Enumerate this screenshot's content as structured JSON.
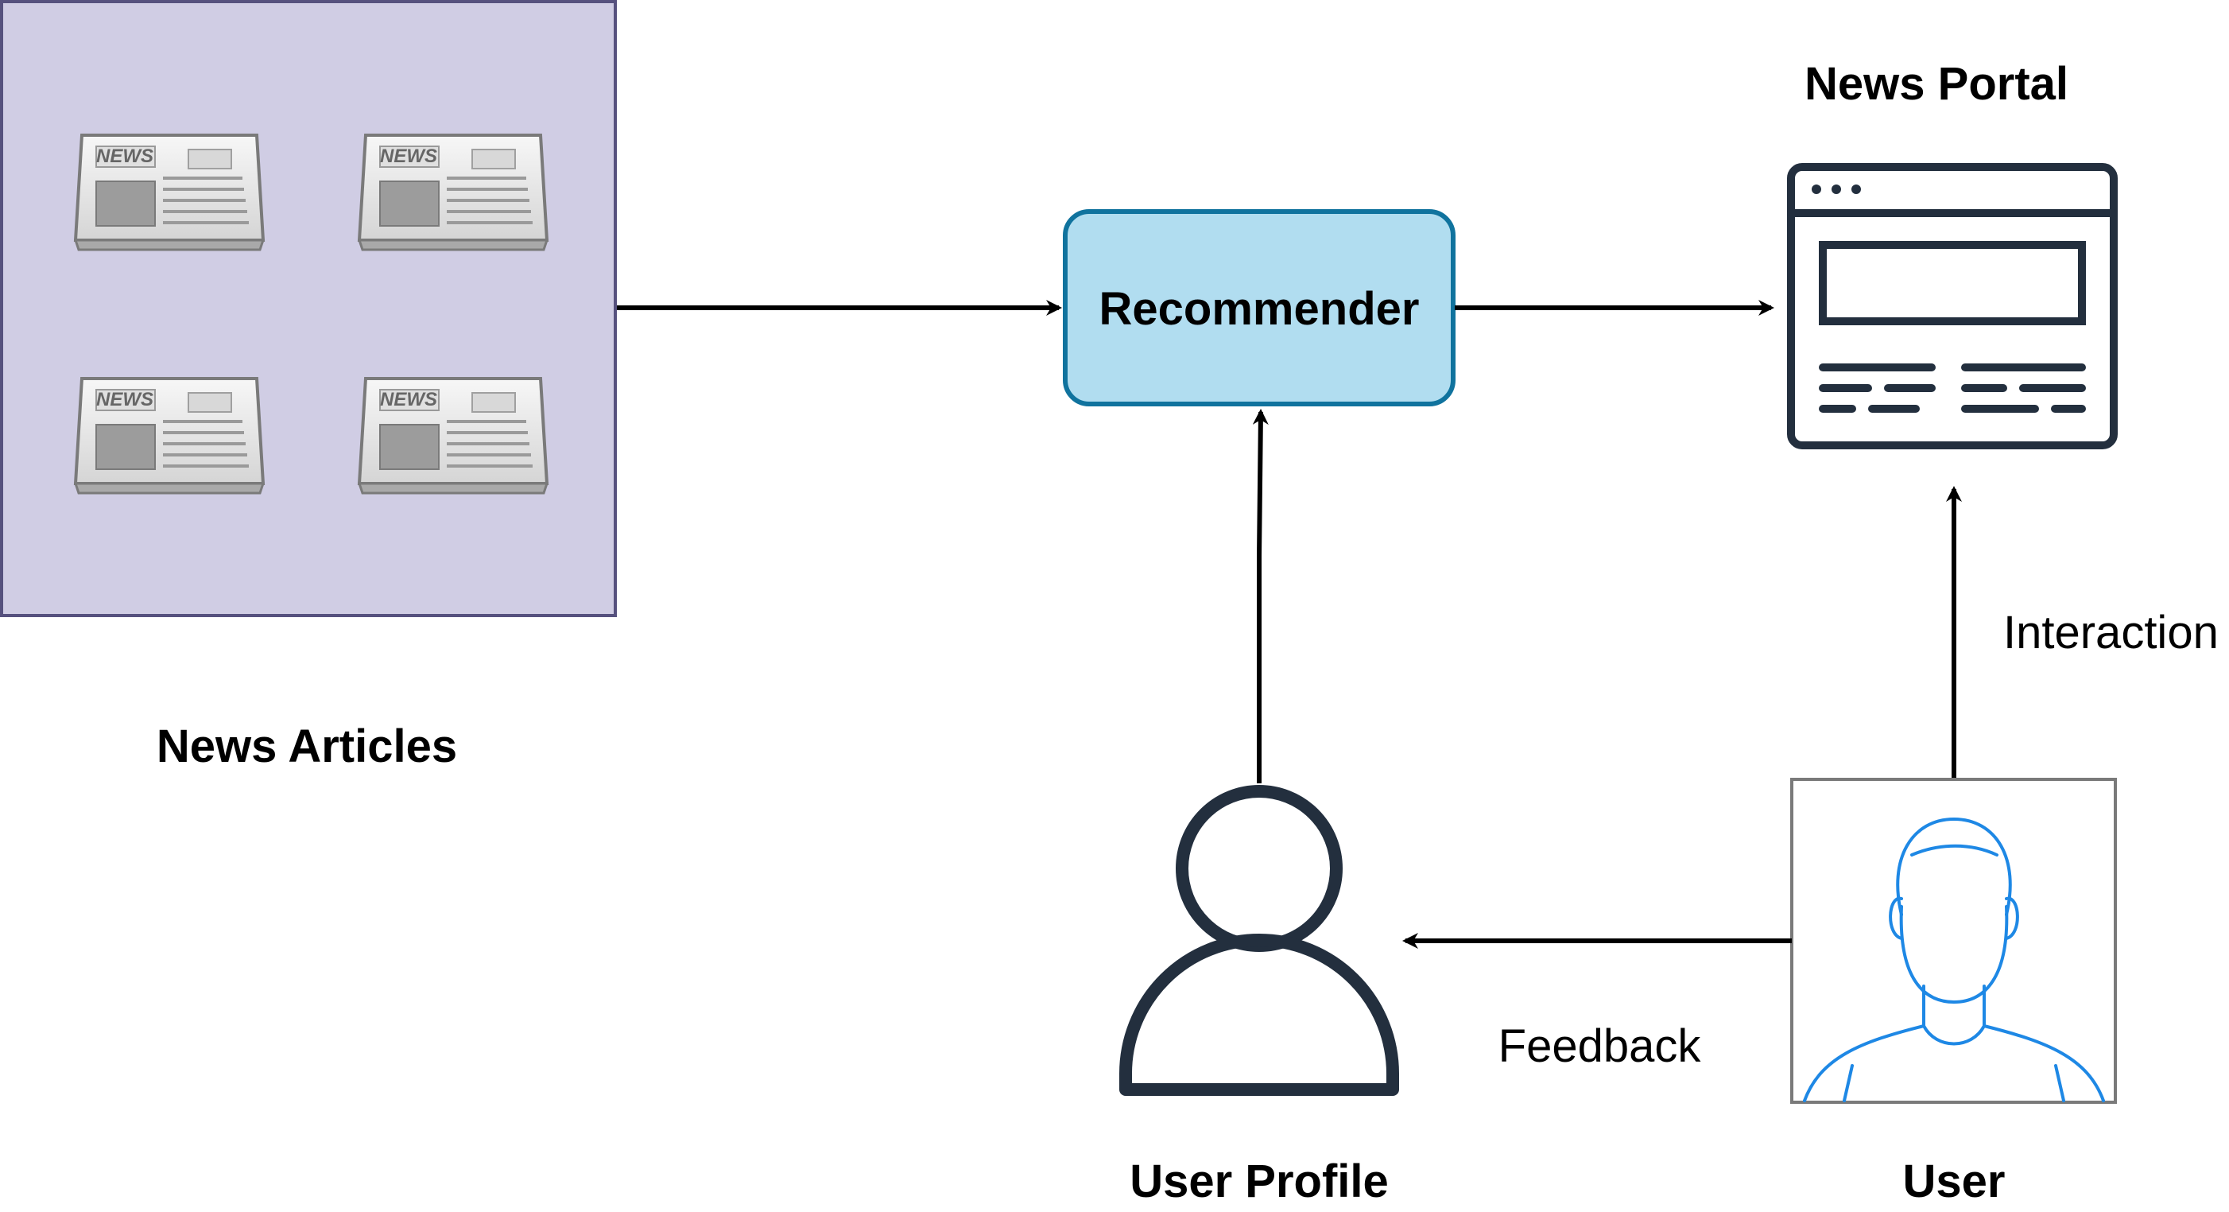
{
  "nodes": {
    "news_articles": {
      "label": "News Articles",
      "icon": "newspaper-icon",
      "icon_count": 4,
      "icon_text": "NEWS",
      "fill": "#d0cde4",
      "stroke": "#56517e"
    },
    "recommender": {
      "label": "Recommender",
      "fill": "#b1ddf0",
      "stroke": "#10739e"
    },
    "news_portal": {
      "label": "News Portal",
      "icon": "browser-window-icon"
    },
    "user_profile": {
      "label": "User Profile",
      "icon": "person-outline-icon"
    },
    "user": {
      "label": "User",
      "icon": "user-face-icon",
      "icon_color": "#1e88e5"
    }
  },
  "edges": [
    {
      "from": "news_articles",
      "to": "recommender",
      "label": ""
    },
    {
      "from": "recommender",
      "to": "news_portal",
      "label": ""
    },
    {
      "from": "user_profile",
      "to": "recommender",
      "label": ""
    },
    {
      "from": "user",
      "to": "news_portal",
      "label": "Interaction"
    },
    {
      "from": "user",
      "to": "user_profile",
      "label": "Feedback"
    }
  ]
}
